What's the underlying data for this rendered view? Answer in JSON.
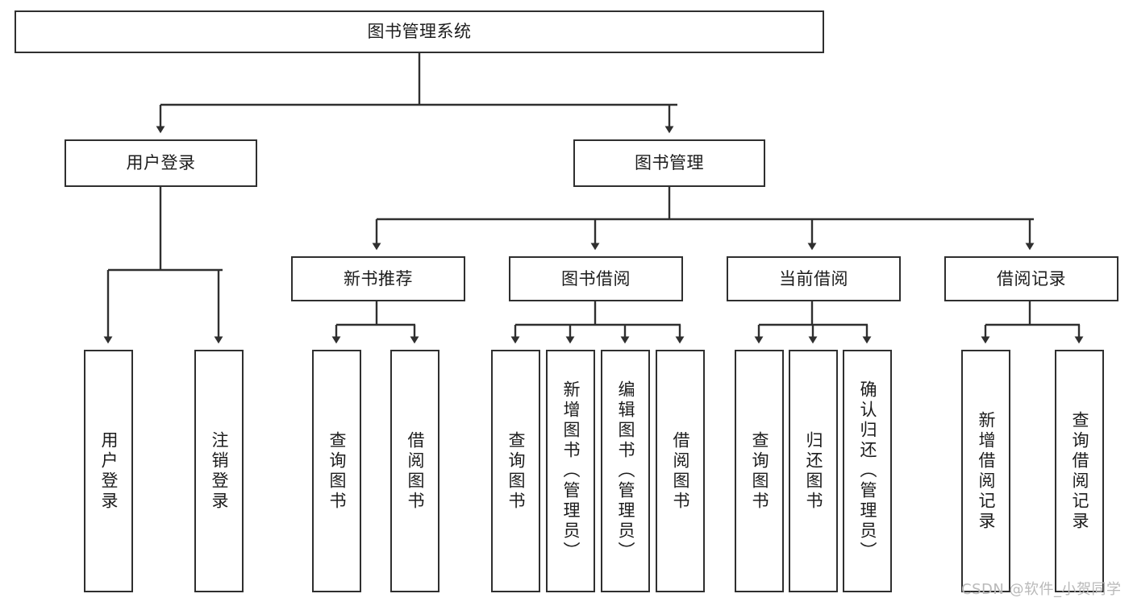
{
  "diagram": {
    "title": "图书管理系统",
    "type": "功能结构图",
    "stroke_color": "#2f2f2f",
    "fill_color": "#ffffff",
    "text_color": "#1c1c1c"
  },
  "root": {
    "label": "图书管理系统"
  },
  "level2": [
    {
      "label": "用户登录"
    },
    {
      "label": "图书管理"
    }
  ],
  "level3": [
    {
      "label": "新书推荐"
    },
    {
      "label": "图书借阅"
    },
    {
      "label": "当前借阅"
    },
    {
      "label": "借阅记录"
    }
  ],
  "leaves": {
    "user_login": [
      {
        "label": "用户登录"
      },
      {
        "label": "注销登录"
      }
    ],
    "new_book_recommend": [
      {
        "label": "查询图书"
      },
      {
        "label": "借阅图书"
      }
    ],
    "book_borrow": [
      {
        "label": "查询图书"
      },
      {
        "label": "新增图书（管理员）"
      },
      {
        "label": "编辑图书（管理员）"
      },
      {
        "label": "借阅图书"
      }
    ],
    "current_borrow": [
      {
        "label": "查询图书"
      },
      {
        "label": "归还图书"
      },
      {
        "label": "确认归还（管理员）"
      }
    ],
    "borrow_records": [
      {
        "label": "新增借阅记录"
      },
      {
        "label": "查询借阅记录"
      }
    ]
  },
  "watermark": {
    "text": "CSDN @软件_小贺同学"
  }
}
